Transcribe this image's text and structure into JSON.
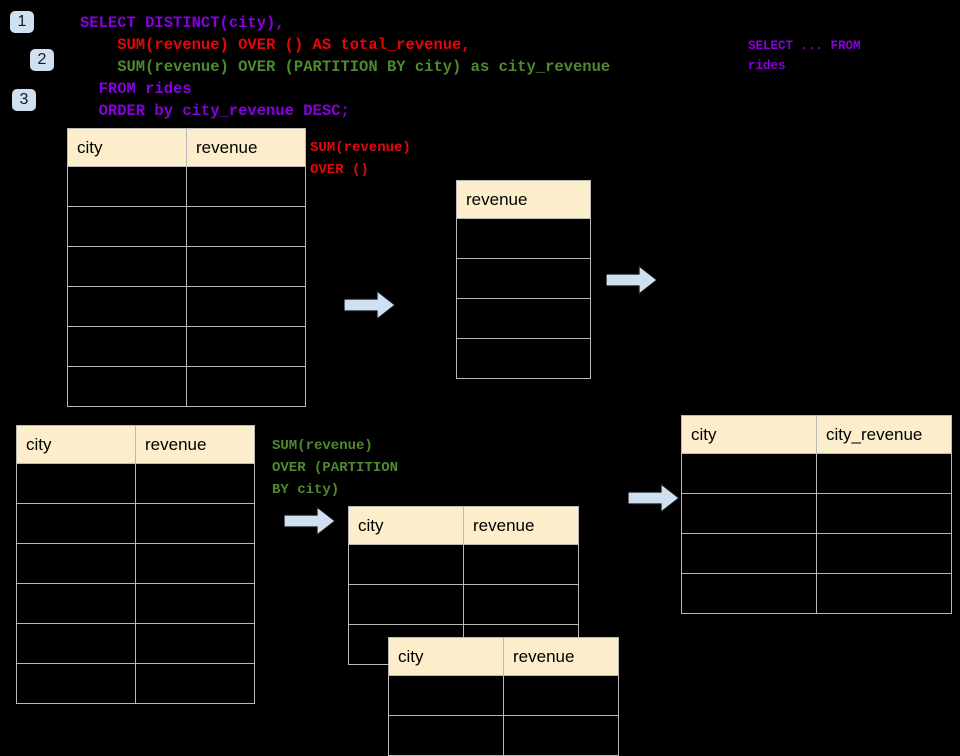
{
  "meta": {
    "background_color": "#000000",
    "header_fill": "#fceecb",
    "grid_line_color": "#b9b9b9",
    "badge_fill": "#cfe0f0",
    "arrow_fill": "#cfe0f0",
    "purple": "#8800dd",
    "red": "#e8050a",
    "green": "#4f8a2e"
  },
  "badges": [
    {
      "label": "1"
    },
    {
      "label": "2"
    },
    {
      "label": "3"
    }
  ],
  "sql": {
    "lines": [
      {
        "text": "SELECT DISTINCT(city),",
        "color": "purple"
      },
      {
        "text": "    SUM(revenue) OVER () AS total_revenue,",
        "color": "red"
      },
      {
        "text": "    SUM(revenue) OVER (PARTITION BY city) as city_revenue",
        "color": "green"
      },
      {
        "text": "  FROM rides",
        "color": "purple"
      },
      {
        "text": "  ORDER by city_revenue DESC;",
        "color": "purple"
      }
    ]
  },
  "side_note": {
    "line1": "SELECT ... FROM",
    "line2": "rides"
  },
  "annotations": {
    "total_revenue": {
      "line1": "SUM(revenue)",
      "line2": "OVER ()"
    },
    "city_revenue": {
      "line1": "SUM(revenue)",
      "line2": "OVER (PARTITION",
      "line3": "BY city)"
    }
  },
  "tables": [
    {
      "id": "source-rides-top",
      "columns": [
        "city",
        "revenue"
      ],
      "rows": [
        [
          "",
          ""
        ],
        [
          "",
          ""
        ],
        [
          "",
          ""
        ],
        [
          "",
          ""
        ],
        [
          "",
          ""
        ],
        [
          "",
          ""
        ]
      ]
    },
    {
      "id": "total-revenue-intermediate",
      "columns": [
        "revenue"
      ],
      "rows": [
        [
          ""
        ],
        [
          ""
        ],
        [
          ""
        ],
        [
          ""
        ]
      ]
    },
    {
      "id": "source-rides-bottom",
      "columns": [
        "city",
        "revenue"
      ],
      "rows": [
        [
          "",
          ""
        ],
        [
          "",
          ""
        ],
        [
          "",
          ""
        ],
        [
          "",
          ""
        ],
        [
          "",
          ""
        ],
        [
          "",
          ""
        ]
      ]
    },
    {
      "id": "partition-group-back",
      "columns": [
        "city",
        "revenue"
      ],
      "rows": [
        [
          "",
          ""
        ],
        [
          "",
          ""
        ],
        [
          "",
          ""
        ]
      ]
    },
    {
      "id": "partition-group-front",
      "columns": [
        "city",
        "revenue"
      ],
      "rows": [
        [
          "",
          ""
        ],
        [
          "",
          ""
        ]
      ]
    },
    {
      "id": "result-city-revenue",
      "columns": [
        "city",
        "city_revenue"
      ],
      "rows": [
        [
          "",
          ""
        ],
        [
          "",
          ""
        ],
        [
          "",
          ""
        ],
        [
          "",
          ""
        ]
      ]
    }
  ],
  "arrows": [
    {
      "id": "arrow-source-to-total"
    },
    {
      "id": "arrow-total-to-result"
    },
    {
      "id": "arrow-source-to-partition"
    },
    {
      "id": "arrow-partition-to-result"
    }
  ]
}
